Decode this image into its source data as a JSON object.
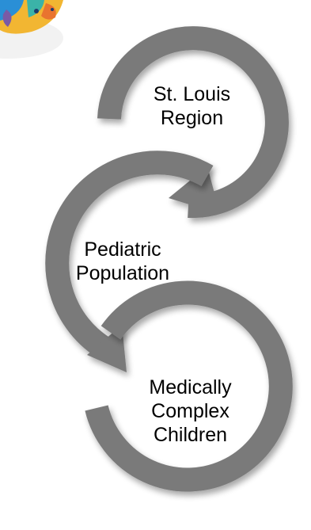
{
  "diagram": {
    "stages": [
      {
        "label": "St. Louis\nRegion"
      },
      {
        "label": "Pediatric\nPopulation"
      },
      {
        "label": "Medically\nComplex\nChildren"
      }
    ],
    "colors": {
      "ring": "#7a7a7a",
      "ring_highlight": "#8c8c8c",
      "ring_shadow": "#c9c9c9",
      "text": "#000000",
      "background": "#ffffff"
    }
  },
  "corner_artwork": {
    "description_icon": "colorful-illustration-icon",
    "colors": [
      "#f2b632",
      "#e9742f",
      "#2a8fd6",
      "#3bb3a8",
      "#7a5aa6"
    ]
  }
}
